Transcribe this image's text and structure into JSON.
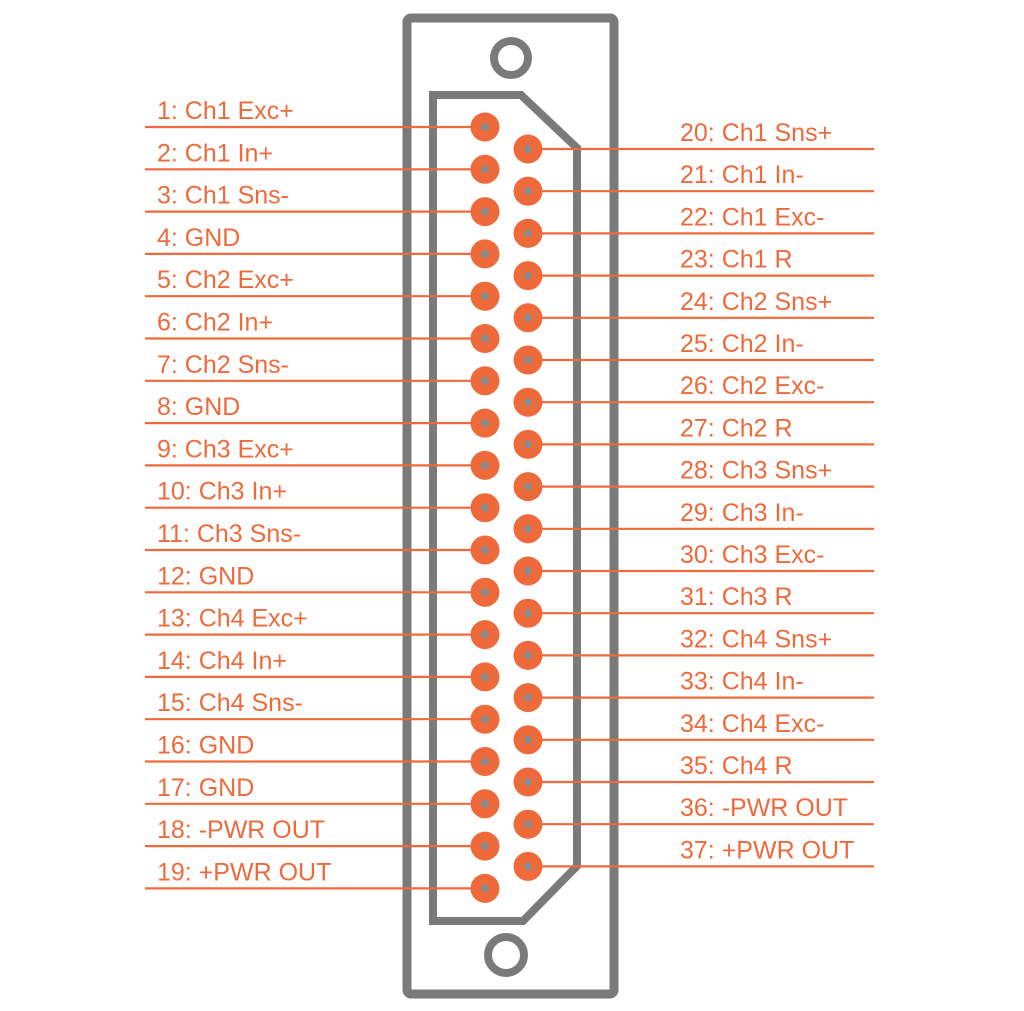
{
  "connector": {
    "left_pins": [
      {
        "number": 1,
        "label": "1: Ch1 Exc+"
      },
      {
        "number": 2,
        "label": "2: Ch1 In+"
      },
      {
        "number": 3,
        "label": "3: Ch1 Sns-"
      },
      {
        "number": 4,
        "label": "4: GND"
      },
      {
        "number": 5,
        "label": "5: Ch2 Exc+"
      },
      {
        "number": 6,
        "label": "6: Ch2 In+"
      },
      {
        "number": 7,
        "label": "7: Ch2 Sns-"
      },
      {
        "number": 8,
        "label": "8: GND"
      },
      {
        "number": 9,
        "label": "9: Ch3 Exc+"
      },
      {
        "number": 10,
        "label": "10: Ch3 In+"
      },
      {
        "number": 11,
        "label": "11: Ch3 Sns-"
      },
      {
        "number": 12,
        "label": "12: GND"
      },
      {
        "number": 13,
        "label": "13: Ch4 Exc+"
      },
      {
        "number": 14,
        "label": "14: Ch4 In+"
      },
      {
        "number": 15,
        "label": "15: Ch4 Sns-"
      },
      {
        "number": 16,
        "label": "16: GND"
      },
      {
        "number": 17,
        "label": "17: GND"
      },
      {
        "number": 18,
        "label": "18: -PWR OUT"
      },
      {
        "number": 19,
        "label": "19: +PWR OUT"
      }
    ],
    "right_pins": [
      {
        "number": 20,
        "label": "20: Ch1 Sns+"
      },
      {
        "number": 21,
        "label": "21: Ch1 In-"
      },
      {
        "number": 22,
        "label": "22: Ch1 Exc-"
      },
      {
        "number": 23,
        "label": "23: Ch1 R"
      },
      {
        "number": 24,
        "label": "24: Ch2 Sns+"
      },
      {
        "number": 25,
        "label": "25: Ch2 In-"
      },
      {
        "number": 26,
        "label": "26: Ch2 Exc-"
      },
      {
        "number": 27,
        "label": "27: Ch2 R"
      },
      {
        "number": 28,
        "label": "28: Ch3 Sns+"
      },
      {
        "number": 29,
        "label": "29: Ch3 In-"
      },
      {
        "number": 30,
        "label": "30: Ch3 Exc-"
      },
      {
        "number": 31,
        "label": "31: Ch3 R"
      },
      {
        "number": 32,
        "label": "32: Ch4 Sns+"
      },
      {
        "number": 33,
        "label": "33: Ch4 In-"
      },
      {
        "number": 34,
        "label": "34: Ch4 Exc-"
      },
      {
        "number": 35,
        "label": "35: Ch4 R"
      },
      {
        "number": 36,
        "label": "36: -PWR OUT"
      },
      {
        "number": 37,
        "label": "37: +PWR OUT"
      }
    ]
  },
  "colors": {
    "accent": "#ef6a3b",
    "frame": "#7a7a7a",
    "pin_core": "#8a8a8a",
    "background": "#ffffff"
  }
}
